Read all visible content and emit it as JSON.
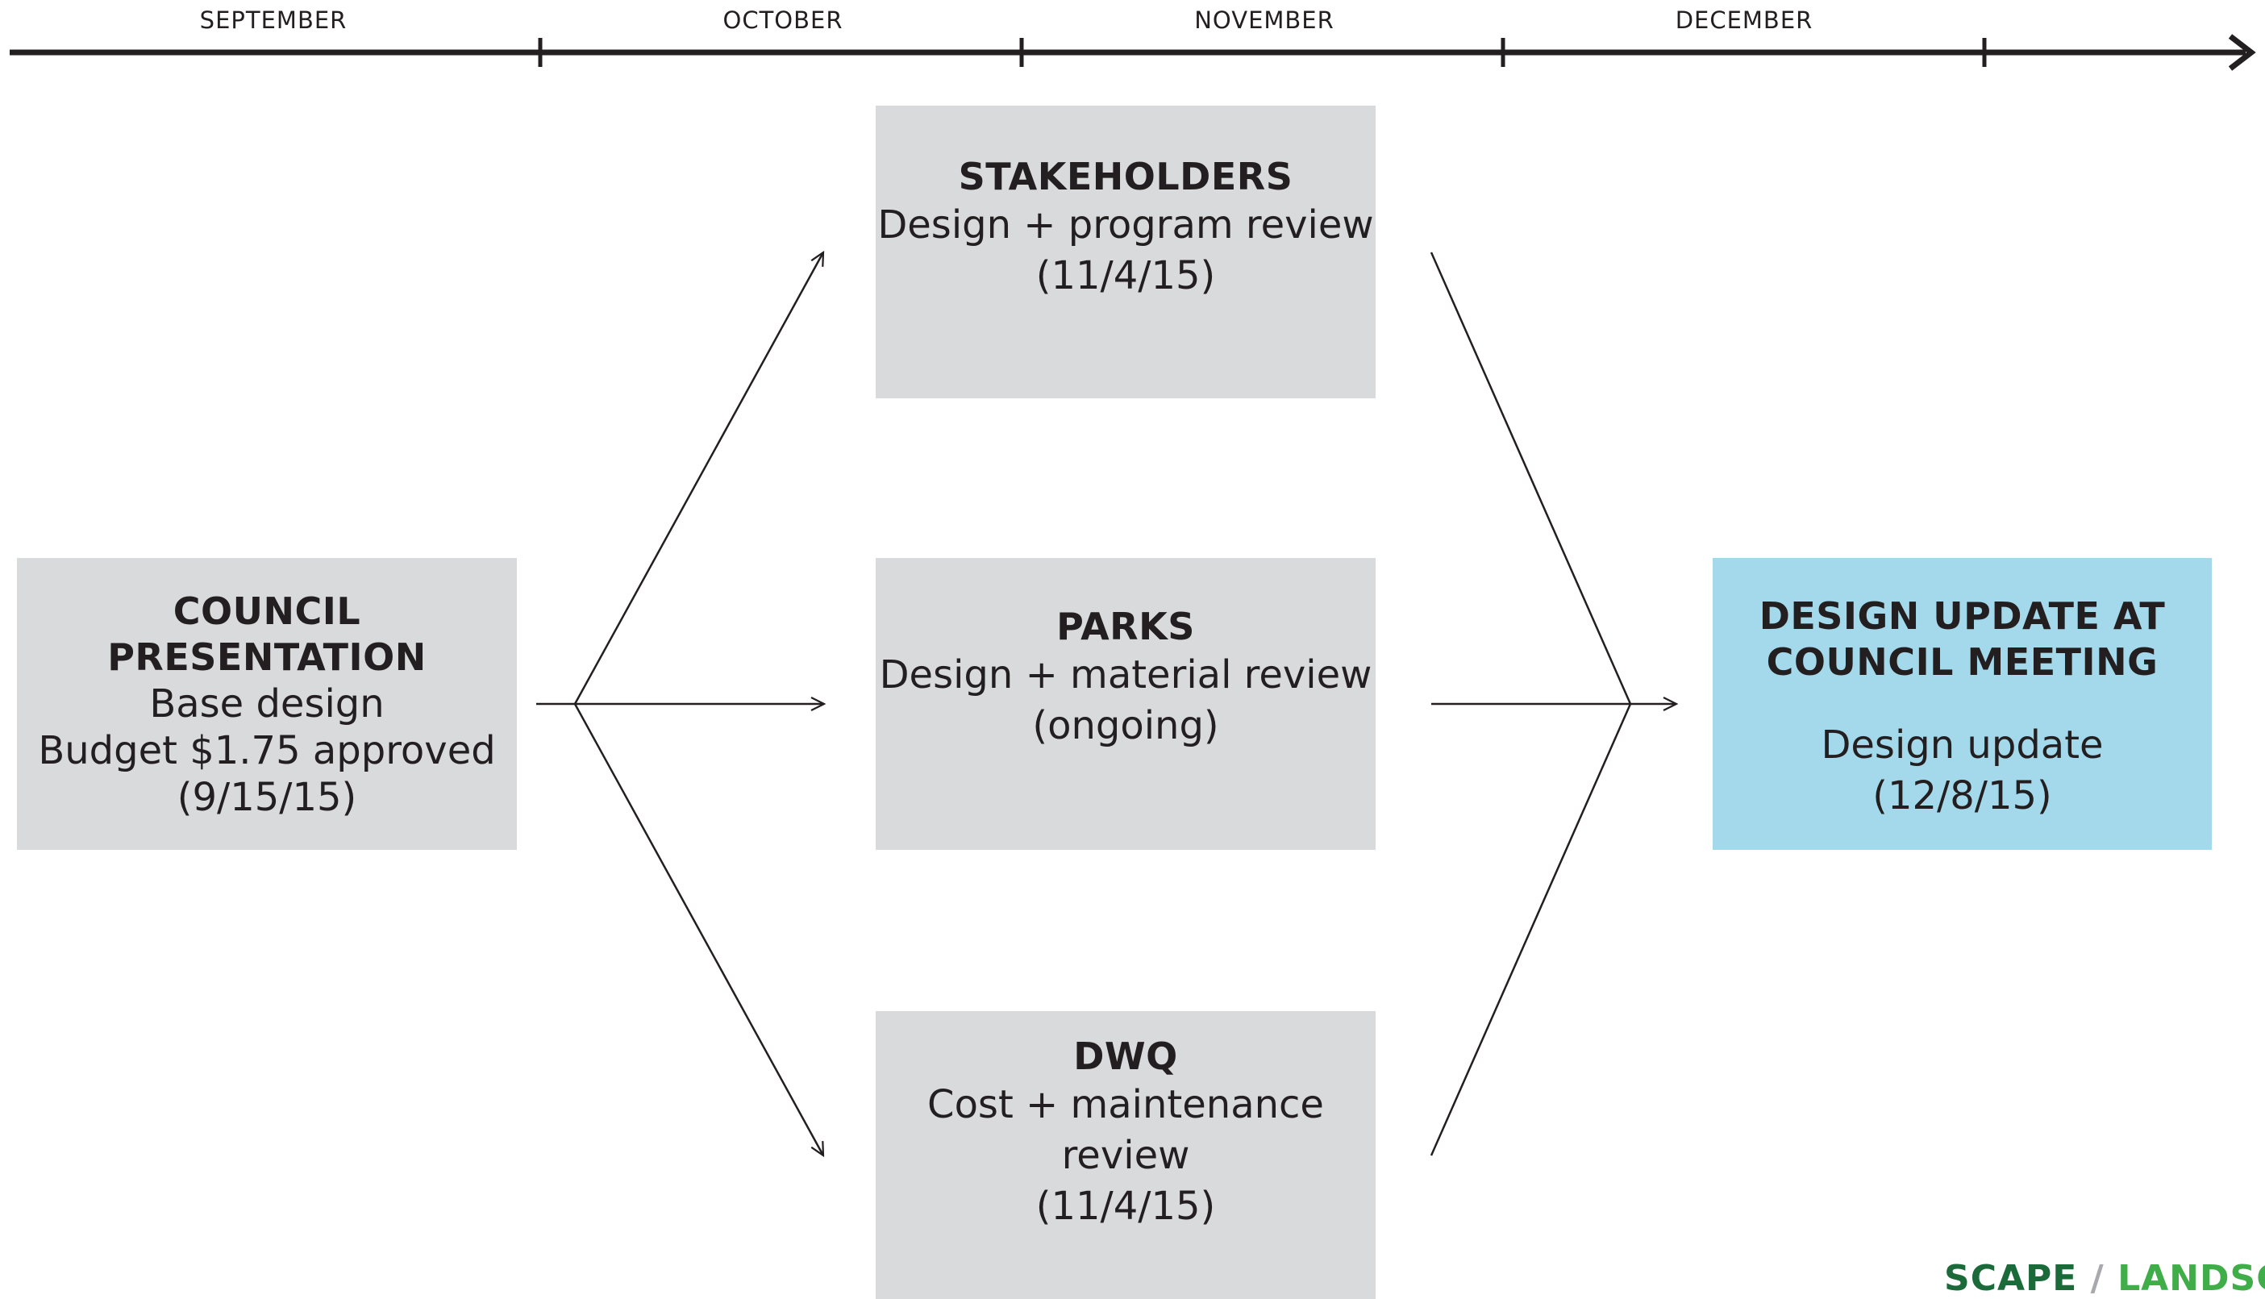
{
  "timeline": {
    "months": [
      "SEPTEMBER",
      "OCTOBER",
      "NOVEMBER",
      "DECEMBER"
    ]
  },
  "start_box": {
    "title": "COUNCIL PRESENTATION",
    "lines": [
      "Base design",
      "Budget $1.75 approved",
      "(9/15/15)"
    ]
  },
  "review_boxes": [
    {
      "title": "STAKEHOLDERS",
      "lines": [
        "Design + program review",
        "(11/4/15)"
      ]
    },
    {
      "title": "PARKS",
      "lines": [
        "Design + material review",
        "(ongoing)"
      ]
    },
    {
      "title": "DWQ",
      "lines": [
        "Cost + maintenance",
        "review",
        "(11/4/15)"
      ]
    }
  ],
  "end_box": {
    "title_lines": [
      "DESIGN UPDATE AT",
      "COUNCIL MEETING"
    ],
    "lines": [
      "Design update",
      "(12/8/15)"
    ]
  },
  "logo": {
    "part1": "SCAPE",
    "separator": " / ",
    "part2": "LANDSCAPE",
    "colors": {
      "dark_green": "#1a6a3a",
      "light_green": "#3fae49",
      "gray": "#a7a9ac"
    }
  },
  "colors": {
    "box_gray": "#d9dadb",
    "box_highlight": "#a3d9eb",
    "ink": "#231f20"
  }
}
